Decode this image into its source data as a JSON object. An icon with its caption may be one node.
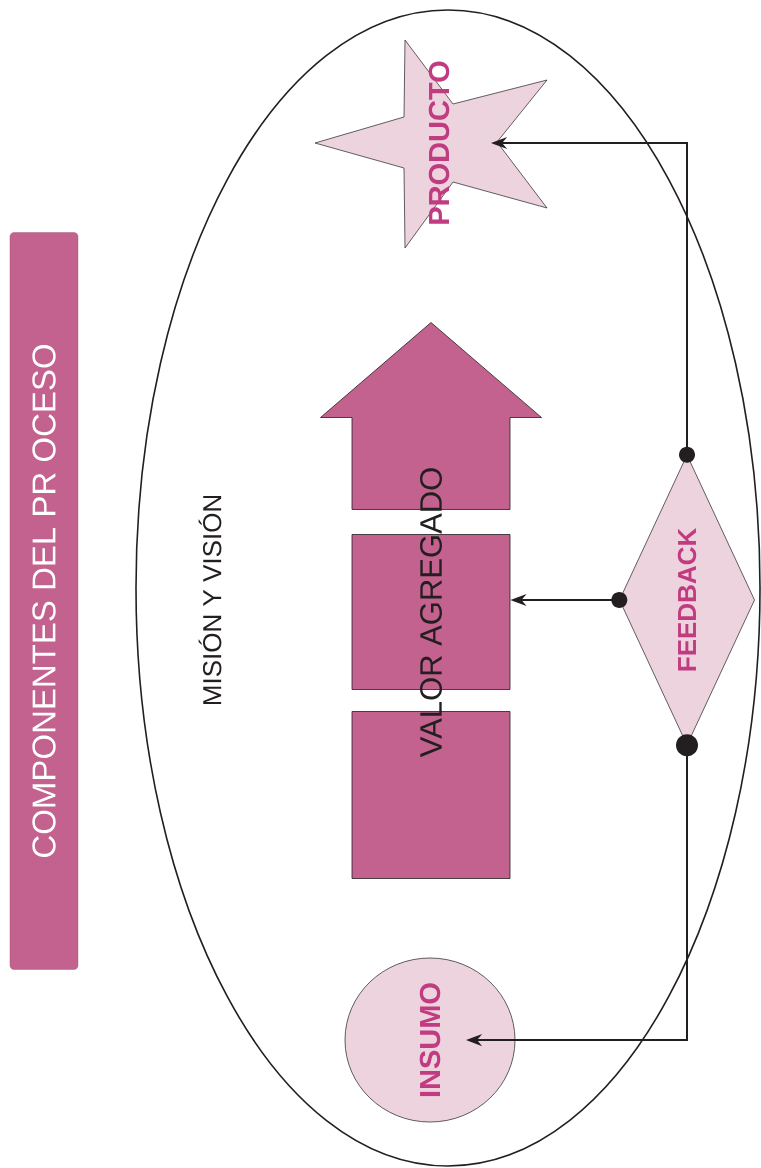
{
  "diagram": {
    "nodes": [
      {
        "text": [
          "COMPONENTES DEL PR OCESO"
        ]
      },
      {
        "text": [
          "MISIÓN Y VISIÓN"
        ]
      },
      {
        "text": [
          "INSUMO"
        ],
        "in": 1
      },
      {
        "text": [],
        "shape": "arrow",
        "in": 1
      },
      {
        "text": [],
        "shape": "box",
        "in": 1
      },
      {
        "text": [],
        "shape": "box",
        "in": 1
      },
      {
        "text": [
          "PRODUCTO"
        ],
        "in": 1
      },
      {
        "text": [
          "FEEDBACK"
        ],
        "in": 1
      }
    ],
    "edges": [
      {
        "from": 7,
        "to": 6,
        "arrow": "to"
      },
      {
        "from": 7,
        "to": 4,
        "arrow": "to"
      },
      {
        "from": 7,
        "to": 2,
        "arrow": "to"
      }
    ],
    "labels": [
      "VALOR AGREGADO"
    ]
  }
}
